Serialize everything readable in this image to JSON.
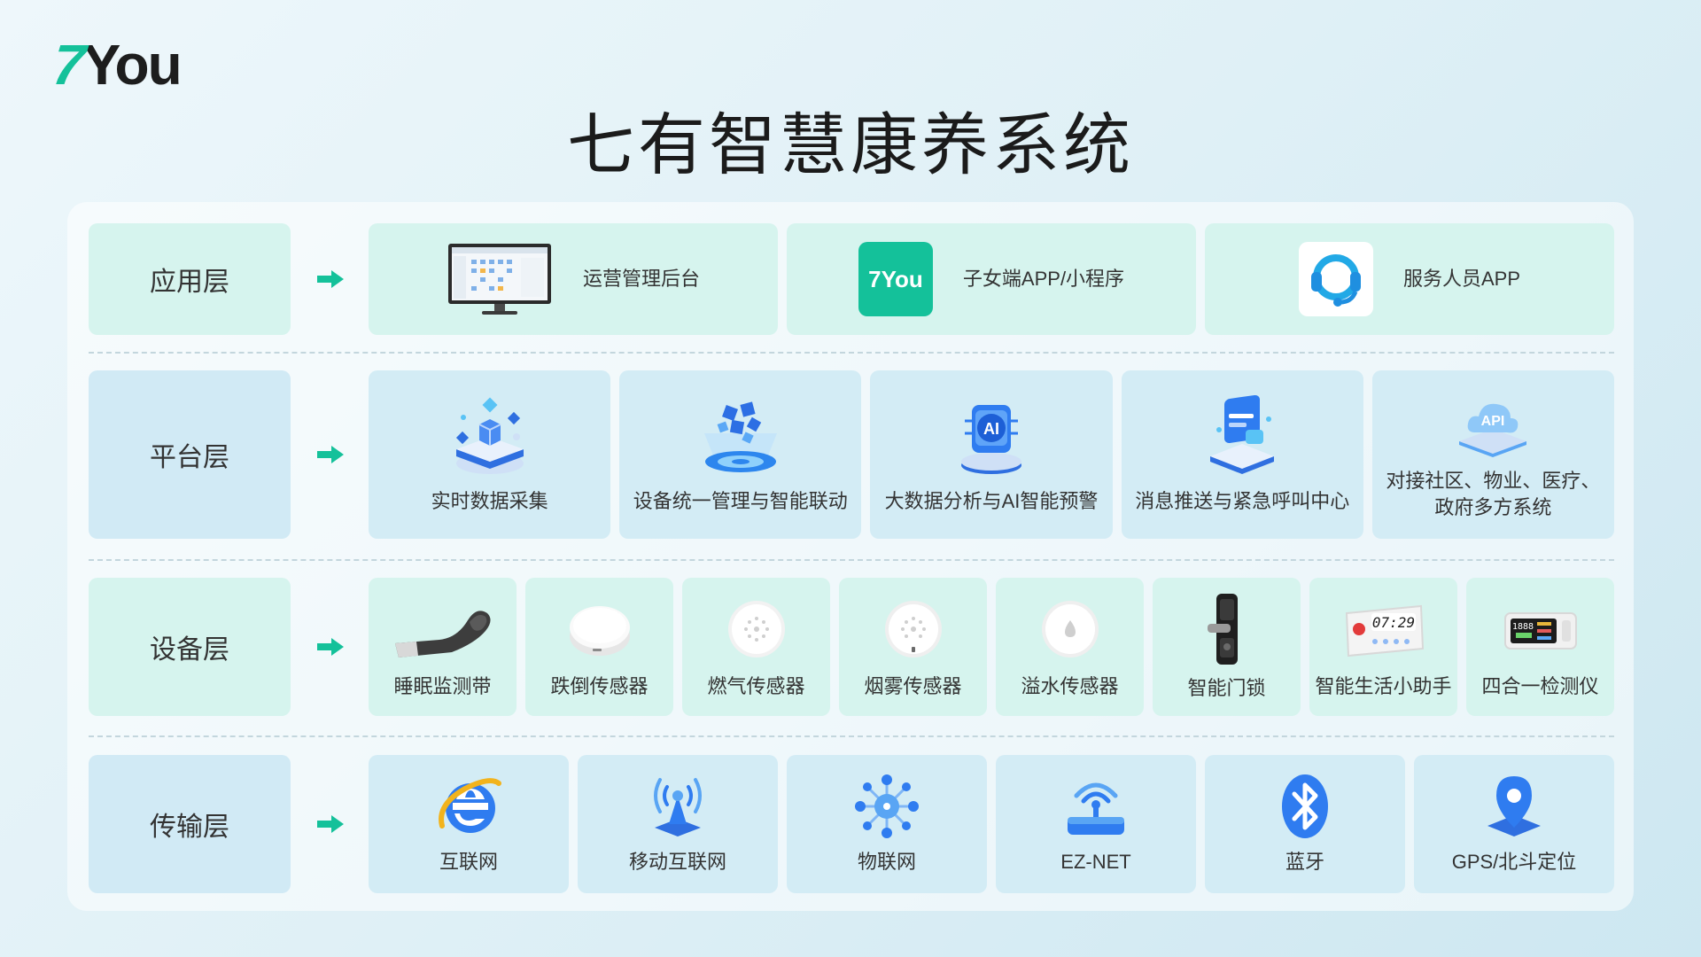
{
  "brand": {
    "logo_seven": "7",
    "logo_you": "You"
  },
  "title": "七有智慧康养系统",
  "layers": [
    {
      "label": "应用层",
      "items": [
        {
          "label": "运营管理后台",
          "icon": "monitor-dashboard-icon"
        },
        {
          "label": "子女端APP/小程序",
          "icon": "7you-app-icon",
          "icon_text": "7You"
        },
        {
          "label": "服务人员APP",
          "icon": "headset-service-icon"
        }
      ]
    },
    {
      "label": "平台层",
      "items": [
        {
          "label": "实时数据采集",
          "icon": "data-collection-cube-icon"
        },
        {
          "label": "设备统一管理与智能联动",
          "icon": "device-management-cubes-icon"
        },
        {
          "label": "大数据分析与AI智能预警",
          "icon": "ai-chip-icon",
          "icon_text": "AI"
        },
        {
          "label": "消息推送与紧急呼叫中心",
          "icon": "message-push-icon"
        },
        {
          "label": "对接社区、物业、医疗、政府多方系统",
          "label_lines": [
            "对接社区、物业、医疗、",
            "政府多方系统"
          ],
          "icon": "api-cloud-icon",
          "icon_text": "API"
        }
      ]
    },
    {
      "label": "设备层",
      "items": [
        {
          "label": "睡眠监测带",
          "icon": "sleep-belt-icon"
        },
        {
          "label": "跌倒传感器",
          "icon": "fall-sensor-icon"
        },
        {
          "label": "燃气传感器",
          "icon": "gas-sensor-icon"
        },
        {
          "label": "烟雾传感器",
          "icon": "smoke-sensor-icon"
        },
        {
          "label": "溢水传感器",
          "icon": "water-sensor-icon"
        },
        {
          "label": "智能门锁",
          "icon": "smart-lock-icon"
        },
        {
          "label": "智能生活小助手",
          "icon": "life-assistant-icon",
          "icon_text": "07:29"
        },
        {
          "label": "四合一检测仪",
          "icon": "four-in-one-detector-icon",
          "icon_text": "1888"
        }
      ]
    },
    {
      "label": "传输层",
      "items": [
        {
          "label": "互联网",
          "icon": "internet-explorer-icon"
        },
        {
          "label": "移动互联网",
          "icon": "mobile-tower-icon"
        },
        {
          "label": "物联网",
          "icon": "iot-network-icon"
        },
        {
          "label": "EZ-NET",
          "icon": "ez-net-router-icon"
        },
        {
          "label": "蓝牙",
          "icon": "bluetooth-icon"
        },
        {
          "label": "GPS/北斗定位",
          "icon": "gps-pin-icon"
        }
      ]
    }
  ],
  "colors": {
    "accent": "#14c19a",
    "mint": "#d6f4ee",
    "blue": "#d3ecf5",
    "icon_blue": "#2f7cf0"
  }
}
